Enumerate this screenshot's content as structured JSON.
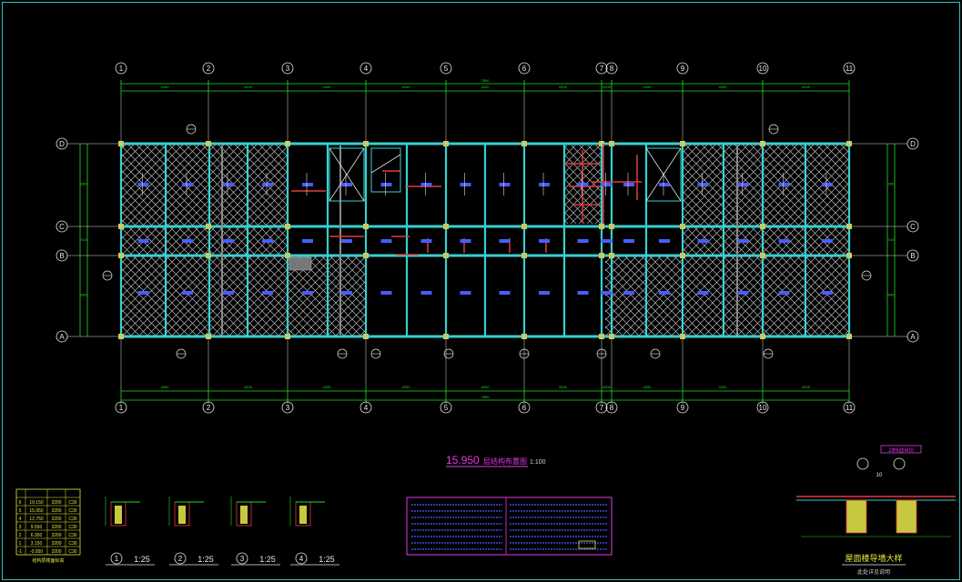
{
  "drawing": {
    "grid_cols": [
      "1",
      "2",
      "3",
      "4",
      "5",
      "6",
      "7",
      "8",
      "9",
      "10",
      "11"
    ],
    "grid_rows": [
      "D",
      "C",
      "B",
      "A"
    ],
    "total_dim": "7800",
    "top_dims": [
      "4200",
      "4200",
      "4200",
      "4200",
      "4200",
      "4200",
      "4200",
      "4200",
      "4200",
      "4200"
    ],
    "bottom_dims": [
      "4200",
      "4200",
      "4200",
      "4200",
      "4200",
      "4200",
      "4200",
      "4200",
      "4200",
      "4200"
    ],
    "left_dims": [
      "3300",
      "2100",
      "3900"
    ],
    "right_dims": [
      "3300",
      "2100",
      "3900"
    ],
    "section_marks": [
      "1",
      "2",
      "3",
      "4"
    ],
    "plan_title": "15.950",
    "plan_title_suffix": "层结构布置图",
    "plan_scale": "1:100",
    "detail_labels": [
      {
        "num": "1",
        "scale": "1:25"
      },
      {
        "num": "2",
        "scale": "1:25"
      },
      {
        "num": "3",
        "scale": "1:25"
      },
      {
        "num": "4",
        "scale": "1:25"
      }
    ],
    "roof_detail_title": "屋面楼导墙大样",
    "roof_detail_sub": "此处详见说明",
    "roof_detail_tag": "2Φ6@600",
    "roof_detail_dim": "10",
    "level_table": {
      "rows": [
        {
          "no": "6",
          "level": "19.150",
          "h": "3200",
          "conc": "C30"
        },
        {
          "no": "5",
          "level": "15.950",
          "h": "3200",
          "conc": "C30"
        },
        {
          "no": "4",
          "level": "12.750",
          "h": "3200",
          "conc": "C30"
        },
        {
          "no": "3",
          "level": "9.550",
          "h": "3200",
          "conc": "C30"
        },
        {
          "no": "2",
          "level": "6.350",
          "h": "3200",
          "conc": "C30"
        },
        {
          "no": "1",
          "level": "3.150",
          "h": "3200",
          "conc": "C30"
        },
        {
          "no": "-1",
          "level": "-0.050",
          "h": "3200",
          "conc": "C30"
        }
      ],
      "footer": "结构层楼面标高"
    }
  },
  "colors": {
    "background": "#000000",
    "grid_line": "#ffffff",
    "beam": "#37d0d0",
    "dimension": "#22dd22",
    "hatch": "#bdbdbd",
    "rebar": "#e23b3b",
    "annotation_blue": "#4b5bff",
    "title": "#e23be2",
    "note_yellow": "#e8e83a"
  }
}
